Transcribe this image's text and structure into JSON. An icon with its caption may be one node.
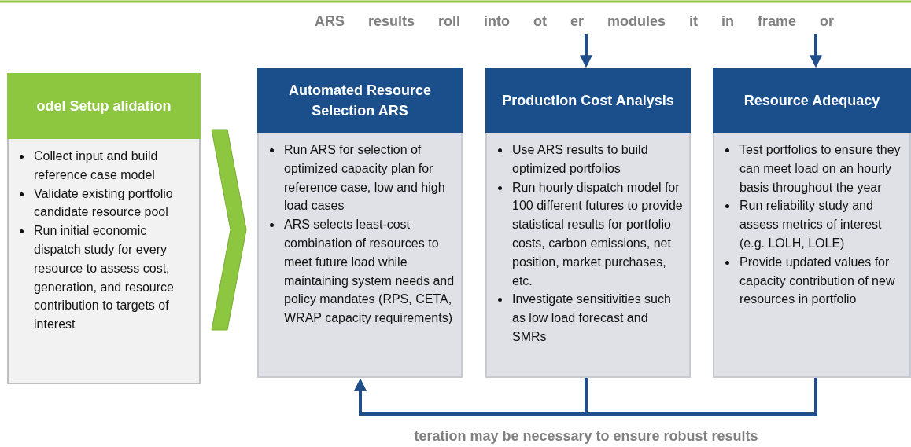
{
  "diagram": {
    "nodes": [
      {
        "text": [
          "ARS results roll into ot er modules it in frame or"
        ]
      },
      {
        "text": [
          "odel Setup alidation",
          "Collect input and build reference case model",
          "Validate existing portfolio candidate resource pool",
          "Run initial economic dispatch study for every resource to assess cost, generation, and resource contribution to targets of interest"
        ]
      },
      {
        "text": [
          "Automated Resource Selection ARS",
          "Run ARS for selection of optimized capacity plan for reference case, low and high load cases",
          "ARS selects least-cost combination of resources to meet future load while maintaining system needs and policy mandates (RPS, CETA, WRAP capacity requirements)"
        ]
      },
      {
        "text": [
          "Production Cost Analysis",
          "Use ARS results to build optimized portfolios",
          "Run hourly dispatch model for 100 different futures to provide statistical results for portfolio costs, carbon emissions, net position, market purchases, etc.",
          "Investigate sensitivities such as low load forecast and SMRs"
        ]
      },
      {
        "text": [
          "Resource Adequacy",
          "Test portfolios to ensure they can meet load on an hourly basis throughout the year",
          "Run reliability study and assess metrics of interest (e.g. LOLH, LOLE)",
          "Provide updated values for capacity contribution of new resources in portfolio"
        ]
      }
    ],
    "edges": [
      {
        "from": 1,
        "to": 2,
        "arrow": "to",
        "style": "thick",
        "color": "#8dc63f"
      },
      {
        "from": 0,
        "to": 3,
        "arrow": "to"
      },
      {
        "from": 0,
        "to": 4,
        "arrow": "to"
      },
      {
        "from": 3,
        "to": 2,
        "arrow": "to"
      },
      {
        "from": 4,
        "to": 2,
        "arrow": "to"
      }
    ],
    "labels": [
      "teration may be necessary to ensure robust results"
    ]
  }
}
